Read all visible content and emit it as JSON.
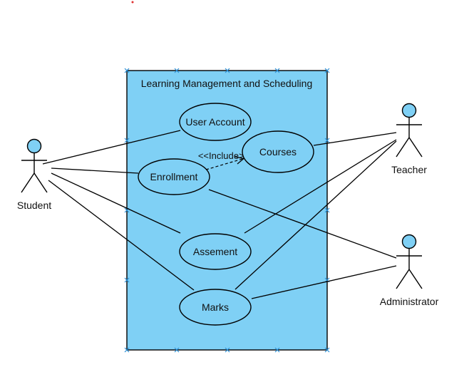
{
  "system": {
    "title": "Learning Management and Scheduling",
    "fill_color": "#7fd0f5"
  },
  "use_cases": {
    "user_account": "User Account",
    "courses": "Courses",
    "enrollment": "Enrollment",
    "assesment": "Assement",
    "marks": "Marks"
  },
  "actors": {
    "student": "Student",
    "teacher": "Teacher",
    "administrator": "Administrator"
  },
  "relations": {
    "include_label": "<<Include>>"
  }
}
